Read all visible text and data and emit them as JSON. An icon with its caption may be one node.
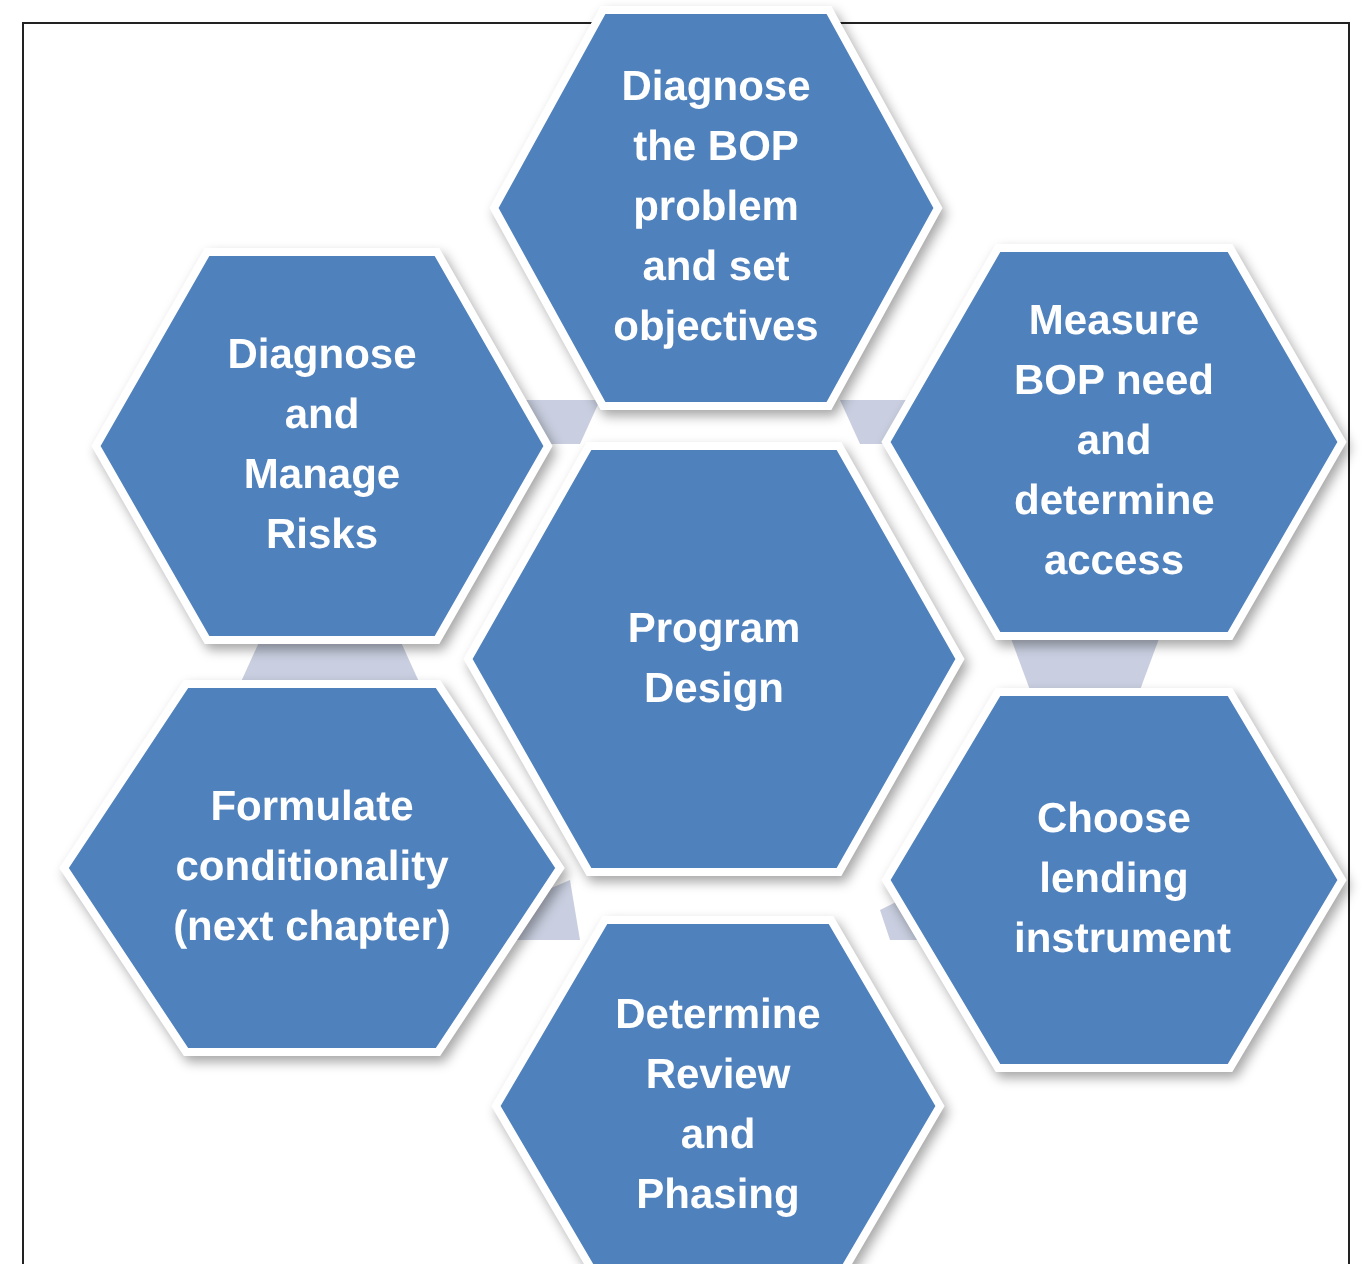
{
  "diagram": {
    "nodes": [
      {
        "text": [
          "Diagnose the BOP problem and set objectives"
        ]
      },
      {
        "text": [
          "Diagnose and Manage Risks"
        ]
      },
      {
        "text": [
          "Measure BOP need and determine access"
        ]
      },
      {
        "text": [
          "Program Design"
        ]
      },
      {
        "text": [
          "Formulate conditionality (next chapter)"
        ]
      },
      {
        "text": [
          "Choose lending instrument"
        ]
      },
      {
        "text": [
          "Determine Review and Phasing"
        ]
      }
    ]
  }
}
